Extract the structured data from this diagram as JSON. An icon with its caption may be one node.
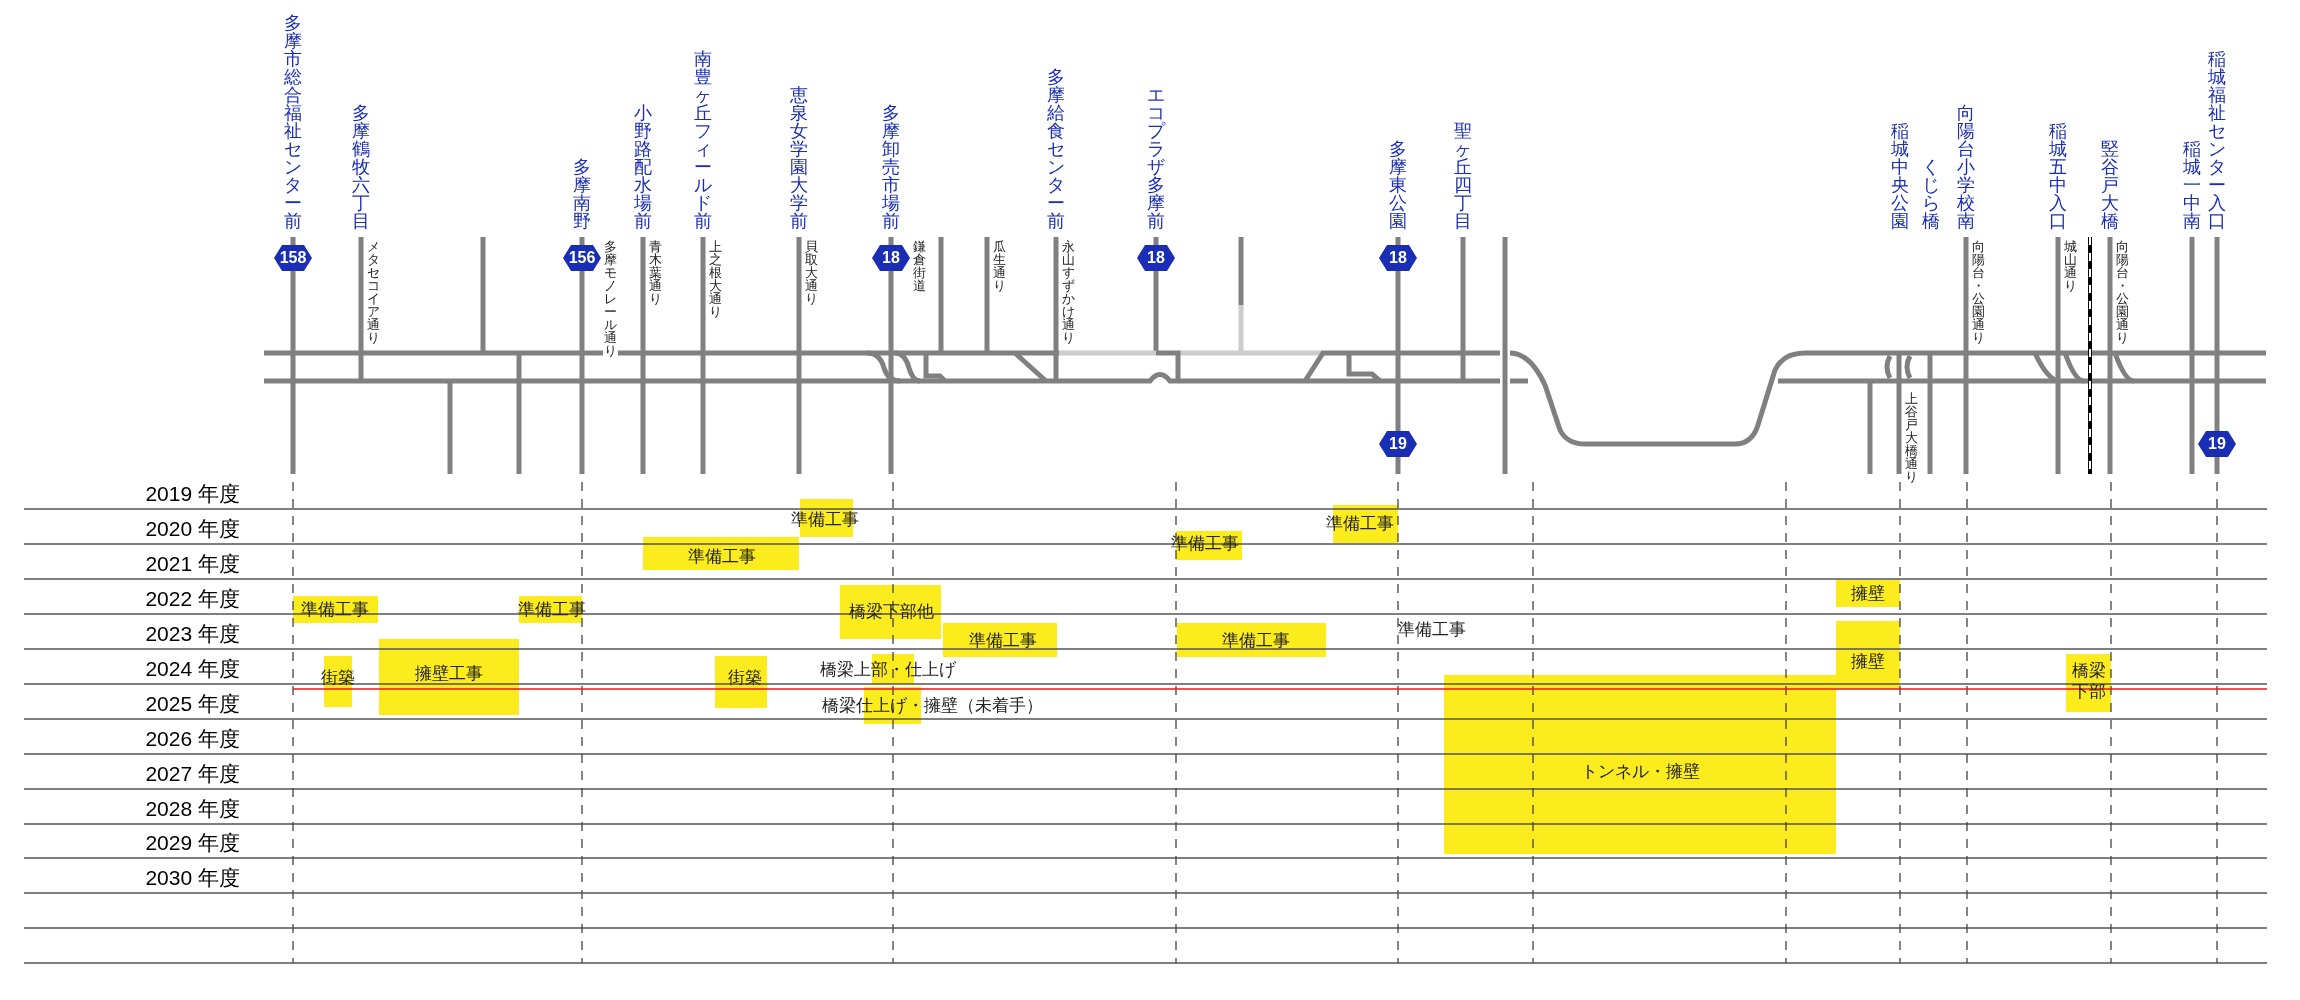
{
  "diagram": {
    "nodes": [
      {
        "text": [
          "158"
        ]
      },
      {
        "text": [
          "156"
        ]
      },
      {
        "text": [
          "18"
        ]
      },
      {
        "text": [
          "18"
        ]
      },
      {
        "text": [
          "18"
        ]
      },
      {
        "text": [
          "19"
        ]
      },
      {
        "text": [
          "19"
        ]
      },
      {
        "text": [
          "準備工事"
        ]
      },
      {
        "text": [
          "準備工事"
        ]
      },
      {
        "text": [
          "準備工事"
        ]
      },
      {
        "text": [
          "準備工事"
        ]
      },
      {
        "text": [
          "擁壁"
        ]
      },
      {
        "text": [
          "橋梁下部他"
        ]
      },
      {
        "text": [
          "準備工事"
        ]
      },
      {
        "text": [
          "準備工事"
        ]
      },
      {
        "text": [
          "準備工事"
        ]
      },
      {
        "text": [
          "準備工事"
        ]
      },
      {
        "text": [
          "擁壁"
        ]
      },
      {
        "text": [
          "擁壁工事"
        ]
      },
      {
        "text": [
          "街築"
        ]
      },
      {
        "text": [
          "街築"
        ]
      },
      {
        "text": [
          "橋梁上部・仕上げ"
        ]
      },
      {
        "text": [
          "橋梁下部"
        ]
      },
      {
        "text": [
          "トンネル・擁壁"
        ]
      },
      {
        "text": [
          "橋梁仕上げ・擁壁（未着手）"
        ]
      }
    ],
    "labels": [
      "多摩市総合福祉センター前",
      "多摩鶴牧六丁目",
      "多摩南野",
      "小野路配水場前",
      "南豊ヶ丘フィールド前",
      "恵泉女学園大学前",
      "多摩卸売市場前",
      "多摩給食センター前",
      "エコプラザ多摩前",
      "多摩東公園",
      "聖ヶ丘四丁目",
      "稲城中央公園",
      "くじら橋",
      "向陽台小学校南",
      "稲城五中入口",
      "竪谷戸大橋",
      "稲城一中南",
      "稲城福祉センター入口",
      "メタセコイア通り",
      "多摩モノレール通り",
      "青木葉通り",
      "上之根大通り",
      "貝取大通り",
      "鎌倉街道",
      "瓜生通り",
      "永山すずかけ通り",
      "向陽台・公園通り",
      "城山通り",
      "向陽台・公園通り",
      "上谷戸大橋通り",
      "2019 年度",
      "2020 年度",
      "2021 年度",
      "2022 年度",
      "2023 年度",
      "2024 年度",
      "2025 年度",
      "2026 年度",
      "2027 年度",
      "2028 年度",
      "2029 年度",
      "2030 年度",
      "準備工事"
    ]
  }
}
